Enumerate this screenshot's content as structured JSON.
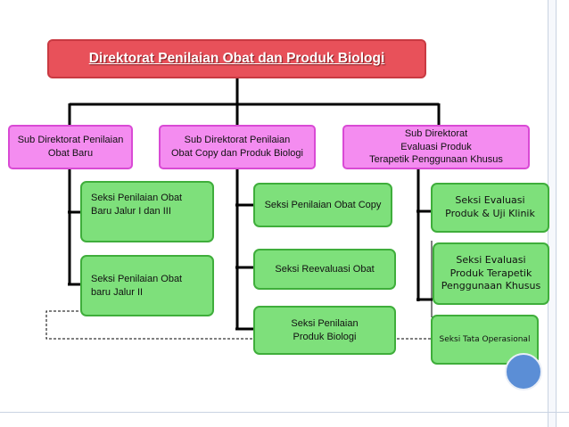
{
  "diagram": {
    "root": {
      "label": "Direktorat  Penilaian Obat dan Produk Biologi"
    },
    "sub_directorates": [
      {
        "label": "Sub Direktorat Penilaian\nObat Baru"
      },
      {
        "label": "Sub Direktorat Penilaian\nObat Copy dan Produk Biologi"
      },
      {
        "label": "Sub Direktorat\nEvaluasi Produk\nTerapetik Penggunaan Khusus"
      }
    ],
    "sections": {
      "obat_baru": [
        {
          "label": "Seksi Penilaian Obat\nBaru Jalur I dan III"
        },
        {
          "label": "Seksi Penilaian Obat\nbaru Jalur II"
        }
      ],
      "obat_copy": [
        {
          "label": "Seksi Penilaian Obat Copy"
        },
        {
          "label": "Seksi Reevaluasi Obat"
        },
        {
          "label": "Seksi Penilaian\nProduk Biologi"
        }
      ],
      "terapetik": [
        {
          "label": "Seksi Evaluasi\nProduk & Uji Klinik"
        },
        {
          "label": "Seksi Evaluasi\nProduk Terapetik\nPenggunaan Khusus"
        },
        {
          "label": "Seksi Tata Operasional"
        }
      ]
    },
    "colors": {
      "root_fill": "#e8515a",
      "sub_fill": "#f48cf0",
      "section_fill": "#7ee07b",
      "connector": "#000000",
      "accent_circle": "#5b8ed6"
    }
  }
}
